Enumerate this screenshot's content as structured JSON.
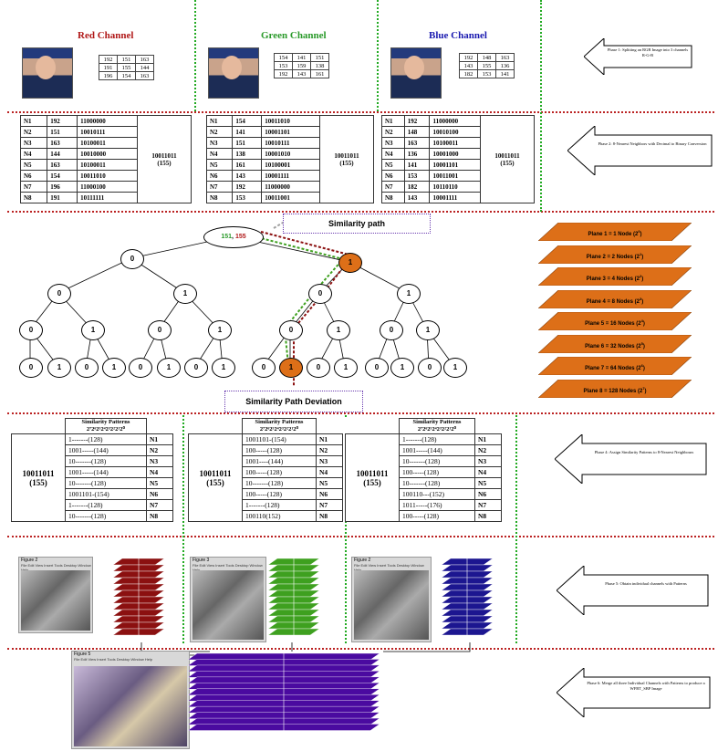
{
  "phases": {
    "p1": "Phase 1: Splitting an RGB Image into 3 channels R-G-B",
    "p2": "Phase 2: 8-Nearest Neighbors with Decimal to Binary Conversion",
    "p4": "Phase 4: Assign Similarity Patterns to 8-Nearest Neighbours",
    "p5": "Phase 5: Obtain individual channels with Patterns",
    "p6": "Phase 6: Merge all three Individual Channels with Patterns to produce a WFBT_SBP Image"
  },
  "channels": [
    {
      "title": "Red Channel",
      "color": "#b01818",
      "grid": [
        [
          "192",
          "151",
          "163"
        ],
        [
          "191",
          "155",
          "144"
        ],
        [
          "196",
          "154",
          "163"
        ]
      ]
    },
    {
      "title": "Green Channel",
      "color": "#2a9a2a",
      "grid": [
        [
          "154",
          "141",
          "151"
        ],
        [
          "153",
          "159",
          "138"
        ],
        [
          "192",
          "143",
          "161"
        ]
      ]
    },
    {
      "title": "Blue Channel",
      "color": "#1a1ab0",
      "grid": [
        [
          "192",
          "148",
          "163"
        ],
        [
          "143",
          "155",
          "136"
        ],
        [
          "182",
          "153",
          "141"
        ]
      ]
    }
  ],
  "neighbors": [
    {
      "rows": [
        [
          "N1",
          "192",
          "11000000"
        ],
        [
          "N2",
          "151",
          "10010111"
        ],
        [
          "N3",
          "163",
          "10100011"
        ],
        [
          "N4",
          "144",
          "10010000"
        ],
        [
          "N5",
          "163",
          "10100011"
        ],
        [
          "N6",
          "154",
          "10011010"
        ],
        [
          "N7",
          "196",
          "11000100"
        ],
        [
          "N8",
          "191",
          "10111111"
        ]
      ],
      "center": "10011011",
      "center_dec": "(155)"
    },
    {
      "rows": [
        [
          "N1",
          "154",
          "10011010"
        ],
        [
          "N2",
          "141",
          "10001101"
        ],
        [
          "N3",
          "151",
          "10010111"
        ],
        [
          "N4",
          "138",
          "10001010"
        ],
        [
          "N5",
          "161",
          "10100001"
        ],
        [
          "N6",
          "143",
          "10001111"
        ],
        [
          "N7",
          "192",
          "11000000"
        ],
        [
          "N8",
          "153",
          "10011001"
        ]
      ],
      "center": "10011011",
      "center_dec": "(155)"
    },
    {
      "rows": [
        [
          "N1",
          "192",
          "11000000"
        ],
        [
          "N2",
          "148",
          "10010100"
        ],
        [
          "N3",
          "163",
          "10100011"
        ],
        [
          "N4",
          "136",
          "10001000"
        ],
        [
          "N5",
          "141",
          "10001101"
        ],
        [
          "N6",
          "153",
          "10011001"
        ],
        [
          "N7",
          "182",
          "10110110"
        ],
        [
          "N8",
          "143",
          "10001111"
        ]
      ],
      "center": "10011011",
      "center_dec": "(155)"
    }
  ],
  "tree": {
    "root_a": "151",
    "root_sep": ", ",
    "root_b": "155",
    "callout_path": "Similarity path",
    "callout_dev": "Similarity Path Deviation"
  },
  "planes": [
    {
      "label": "Plane 1 = 1 Node (2",
      "exp": "0",
      "close": ")"
    },
    {
      "label": "Plane 2 = 2 Nodes (2",
      "exp": "1",
      "close": ")"
    },
    {
      "label": "Plane 3 = 4 Nodes (2",
      "exp": "2",
      "close": ")"
    },
    {
      "label": "Plane 4 = 8 Nodes (2",
      "exp": "3",
      "close": ")"
    },
    {
      "label": "Plane 5 = 16 Nodes (2",
      "exp": "4",
      "close": ")"
    },
    {
      "label": "Plane 6 = 32 Nodes (2",
      "exp": "5",
      "close": ")"
    },
    {
      "label": "Plane 7 = 64 Nodes (2",
      "exp": "6",
      "close": ")"
    },
    {
      "label": "Plane 8 = 128 Nodes (2",
      "exp": "7",
      "close": ")"
    }
  ],
  "patterns": [
    {
      "header1": "Similarity Patterns",
      "header2": "2⁷2⁶2⁵2⁴2³2²2¹2⁰",
      "center": "10011011",
      "center_dec": "(155)",
      "rows": [
        [
          "1-------(128)",
          "N1"
        ],
        [
          "1001-----(144)",
          "N2"
        ],
        [
          "10-------(128)",
          "N3"
        ],
        [
          "1001-----(144)",
          "N4"
        ],
        [
          "10-------(128)",
          "N5"
        ],
        [
          "1001101-(154)",
          "N6"
        ],
        [
          "1-------(128)",
          "N7"
        ],
        [
          "10-------(128)",
          "N8"
        ]
      ]
    },
    {
      "header1": "Similarity Patterns",
      "header2": "2⁷2⁶2⁵2⁴2³2²2¹2⁰",
      "center": "10011011",
      "center_dec": "(155)",
      "rows": [
        [
          "1001101-(154)",
          "N1"
        ],
        [
          "100-----(128)",
          "N2"
        ],
        [
          "1001----(144)",
          "N3"
        ],
        [
          "100-----(128)",
          "N4"
        ],
        [
          "10-------(128)",
          "N5"
        ],
        [
          "100-----(128)",
          "N6"
        ],
        [
          "1-------(128)",
          "N7"
        ],
        [
          "100110(152)",
          "N8"
        ]
      ]
    },
    {
      "header1": "Similarity Patterns",
      "header2": "2⁷2⁶2⁵2⁴2³2²2¹2⁰",
      "center": "10011011",
      "center_dec": "(155)",
      "rows": [
        [
          "1-------(128)",
          "N1"
        ],
        [
          "1001-----(144)",
          "N2"
        ],
        [
          "10-------(128)",
          "N3"
        ],
        [
          "100-----(128)",
          "N4"
        ],
        [
          "10-------(128)",
          "N5"
        ],
        [
          "100110---(152)",
          "N6"
        ],
        [
          "1011-----(176)",
          "N7"
        ],
        [
          "100-----(128)",
          "N8"
        ]
      ]
    }
  ],
  "figures": [
    {
      "title": "Figure 2",
      "menu": "File Edit View Insert Tools Desktop Window Help"
    },
    {
      "title": "Figure 3",
      "menu": "File Edit View Insert Tools Desktop Window Help"
    },
    {
      "title": "Figure 2",
      "menu": "File Edit View Insert Tools Desktop Window Help"
    },
    {
      "title": "Figure 5",
      "menu": "File Edit View Insert Tools Desktop Window Help"
    }
  ],
  "colors": {
    "red": "#8b1010",
    "green": "#3ea01f",
    "blue": "#1c1690",
    "purple": "#4a0aa0",
    "orange": "#dd6f18",
    "divider": "#b22222",
    "green_div": "#2aa02a"
  }
}
